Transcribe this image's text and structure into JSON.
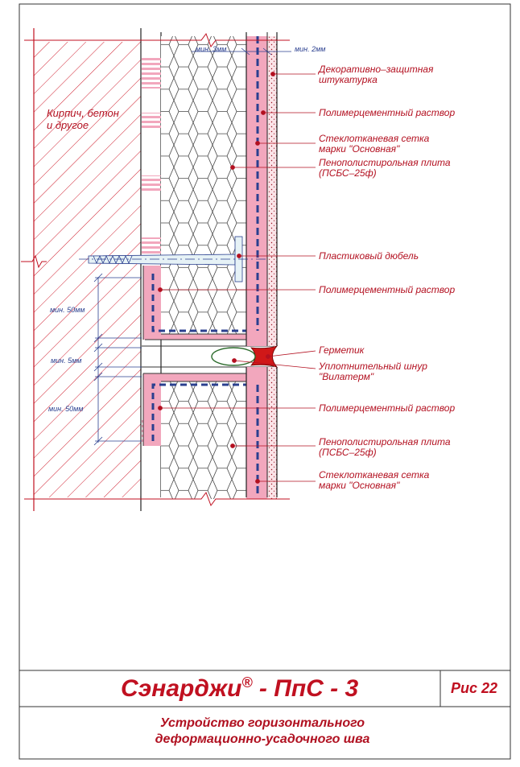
{
  "labels": {
    "decor_plaster": [
      "Декоративно–защитная",
      "штукатурка"
    ],
    "polymer_mortar_1": "Полимерцементный раствор",
    "mesh_1": [
      "Стеклотканевая сетка",
      "марки \"Основная\""
    ],
    "foam_1": [
      "Пенополистирольная плита",
      "(ПСБС–25ф)"
    ],
    "dowel": "Пластиковый дюбель",
    "polymer_mortar_2": "Полимерцементный раствор",
    "sealant": "Герметик",
    "cord": [
      "Уплотнительный шнур",
      "\"Вилатерм\""
    ],
    "polymer_mortar_3": "Полимерцементный раствор",
    "foam_2": [
      "Пенополистирольная плита",
      "(ПСБС–25ф)"
    ],
    "mesh_2": [
      "Стеклотканевая сетка",
      "марки \"Основная\""
    ]
  },
  "substrate": [
    "Кирпич, бетон",
    "и другое"
  ],
  "dimensions": {
    "min_3mm": "мин. 3мм",
    "min_2mm": "мин. 2мм",
    "min_50mm_top": "мин. 50мм",
    "min_5mm": "мин. 5мм",
    "min_50mm_bottom": "мин. 50мм"
  },
  "title_block": {
    "brand": "Сэнарджи",
    "registered": "®",
    "product": " - ПпС - 3",
    "figure": "Рис 22",
    "subtitle_line1": "Устройство горизонтального",
    "subtitle_line2": "деформационно-усадочного шва"
  },
  "colors": {
    "red": "#c01020",
    "pink_mortar": "#f0a8bd",
    "blue_mesh": "#2a3f8f",
    "ink": "#222222"
  }
}
